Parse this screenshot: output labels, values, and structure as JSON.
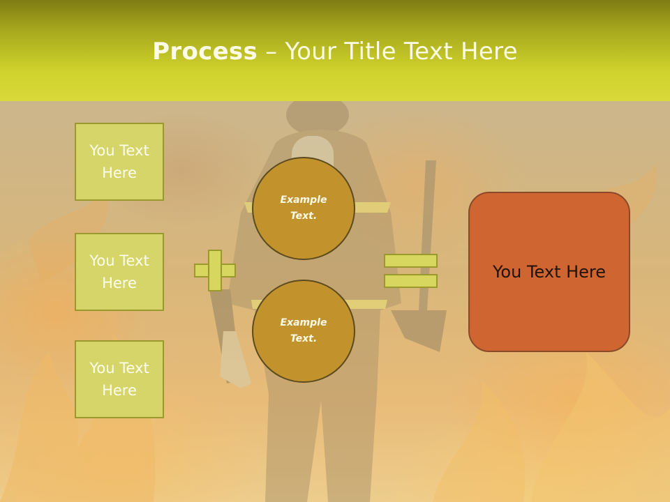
{
  "title": {
    "bold": "Process",
    "rest": " – Your Title Text Here"
  },
  "left_boxes": [
    "You Text Here",
    "You Text Here",
    "You Text Here"
  ],
  "circles": [
    "Example Text.",
    "Example Text."
  ],
  "result": "You Text Here",
  "colors": {
    "title_band": "#cfd22c",
    "box_fill": "#d6d56a",
    "circle_fill": "#c2922c",
    "result_fill": "#cf6530"
  },
  "background": {
    "image": "firefighter-in-flames-photo"
  }
}
